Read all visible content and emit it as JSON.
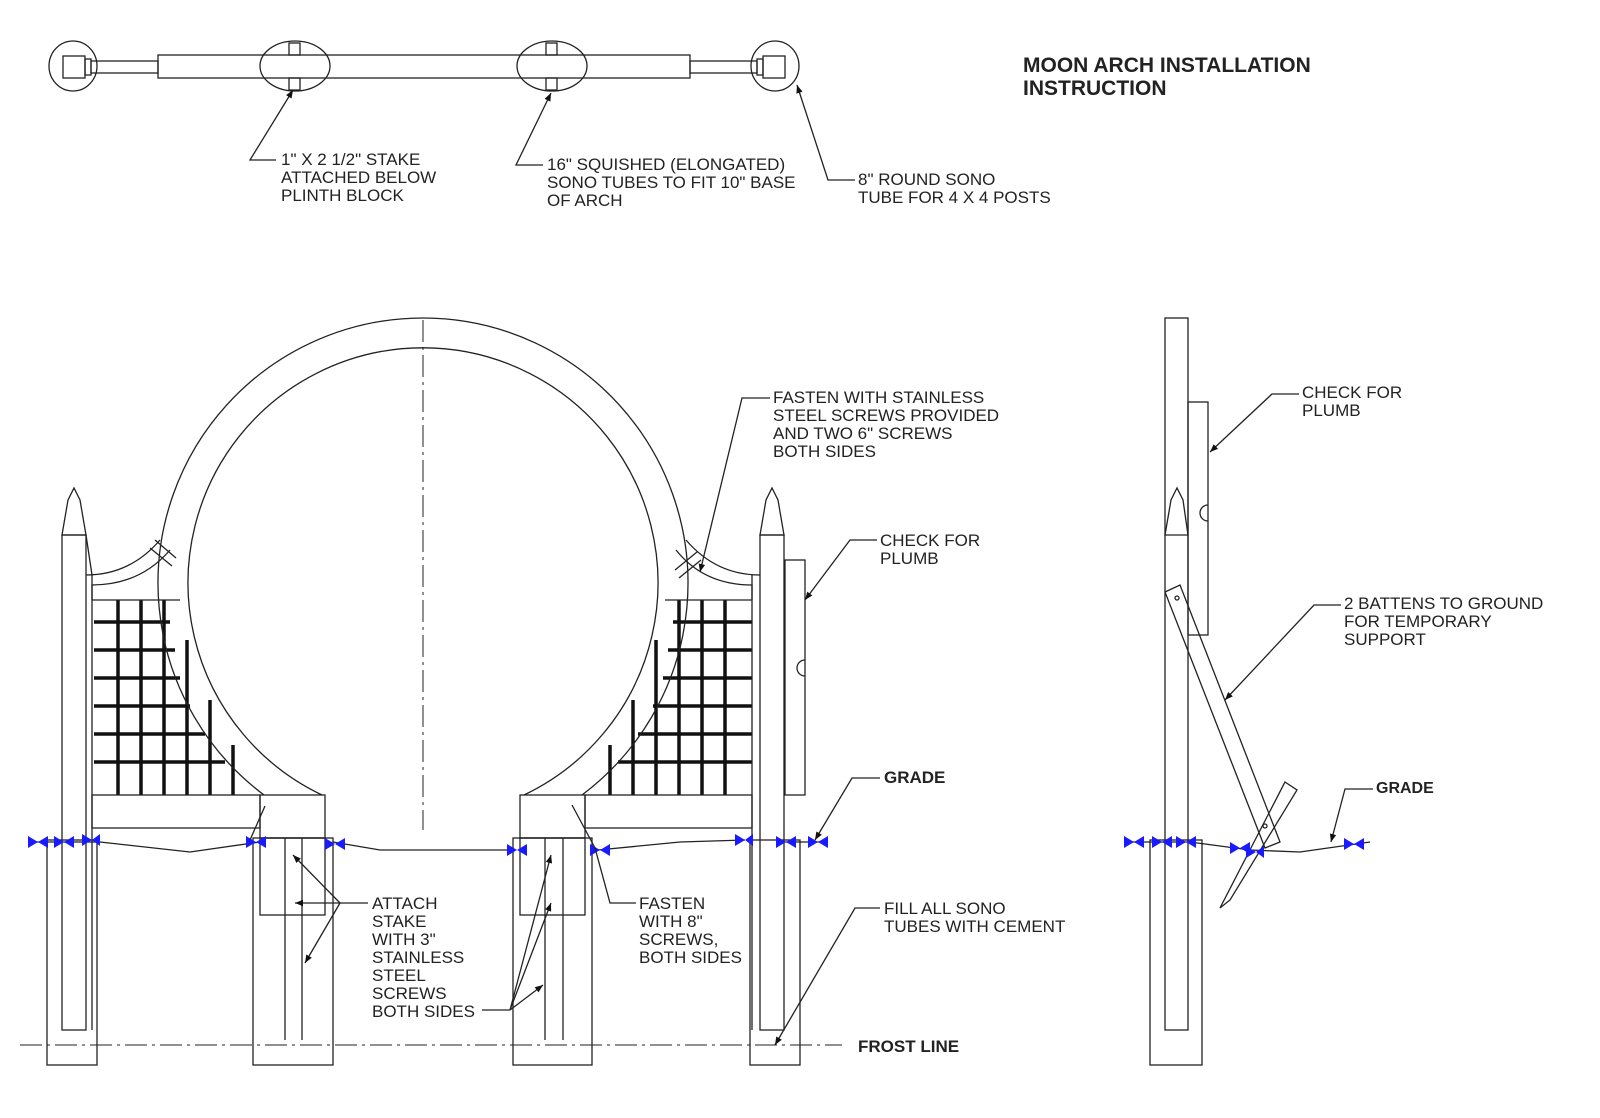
{
  "title": {
    "line1": "MOON ARCH INSTALLATION",
    "line2": "INSTRUCTION"
  },
  "colors": {
    "line": "#222222",
    "grade_marker": "#1a1aff"
  },
  "plan_labels": {
    "stake": [
      "1\" X 2 1/2\" STAKE",
      "ATTACHED BELOW",
      "PLINTH BLOCK"
    ],
    "sono16": [
      "16\" SQUISHED (ELONGATED)",
      "SONO TUBES TO FIT 10\" BASE",
      "OF ARCH"
    ],
    "sono8": [
      "8\" ROUND SONO",
      "TUBE FOR 4 X 4 POSTS"
    ]
  },
  "front_labels": {
    "fasten_stainless": [
      "FASTEN WITH STAINLESS",
      "STEEL SCREWS PROVIDED",
      "AND TWO 6\" SCREWS",
      "BOTH SIDES"
    ],
    "plumb": [
      "CHECK FOR",
      "PLUMB"
    ],
    "grade": "GRADE",
    "attach": [
      "ATTACH",
      "STAKE",
      "WITH 3\"",
      "STAINLESS",
      "STEEL",
      "SCREWS",
      "BOTH SIDES"
    ],
    "fasten8": [
      "FASTEN",
      "WITH 8\"",
      "SCREWS,",
      "BOTH SIDES"
    ],
    "fill": [
      "FILL ALL SONO",
      "TUBES WITH CEMENT"
    ],
    "frost": "FROST LINE"
  },
  "side_labels": {
    "plumb": [
      "CHECK FOR",
      "PLUMB"
    ],
    "battens": [
      "2 BATTENS TO GROUND",
      "FOR TEMPORARY",
      "SUPPORT"
    ],
    "grade": "GRADE"
  }
}
